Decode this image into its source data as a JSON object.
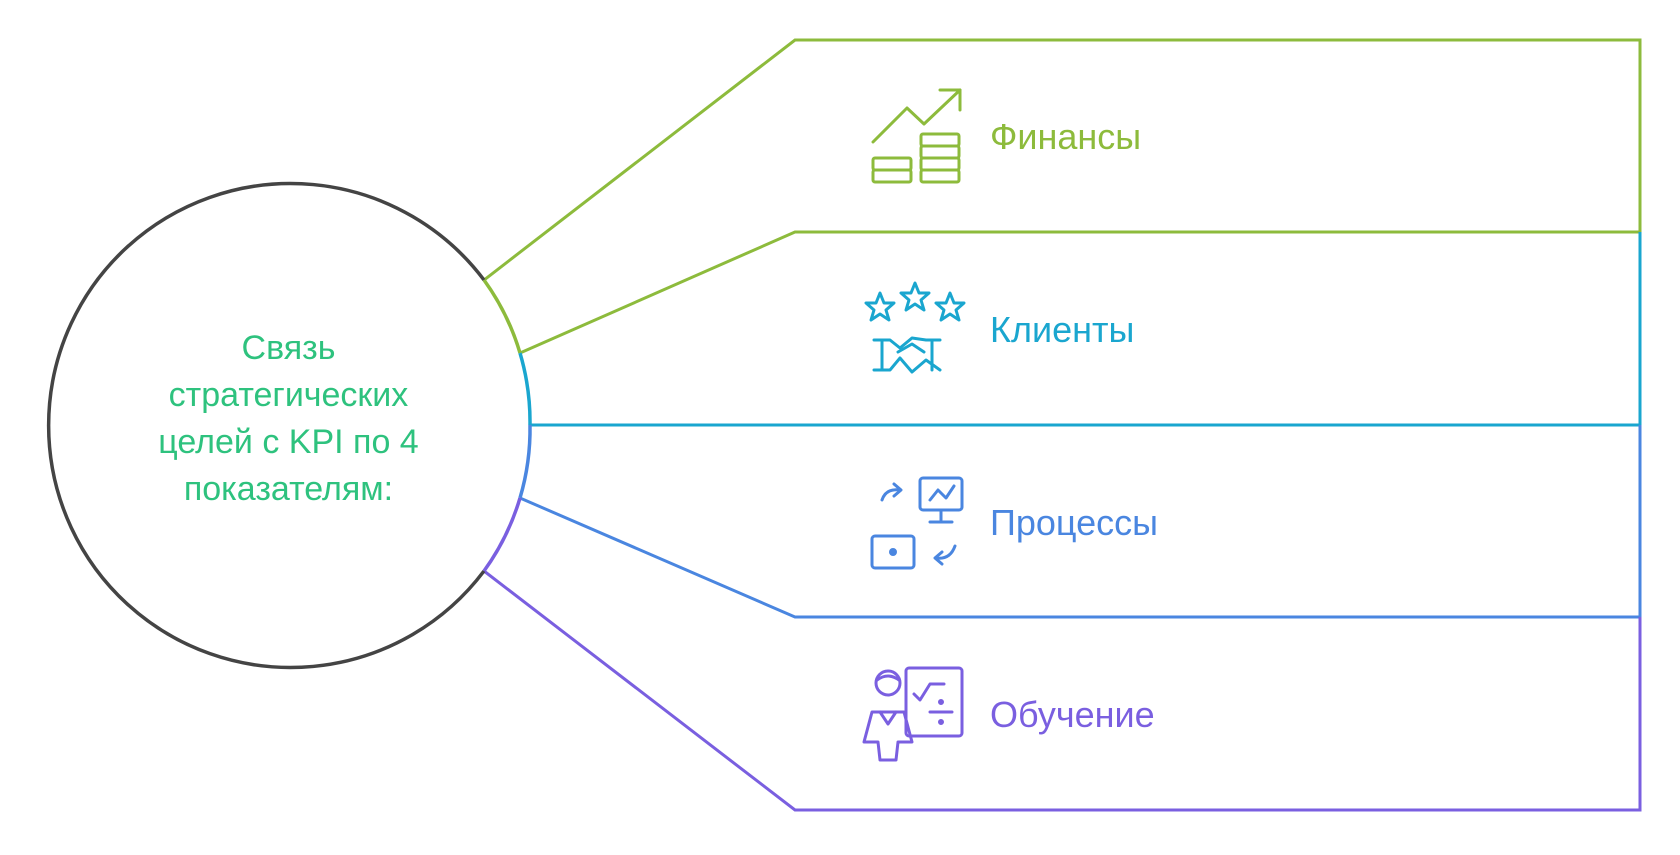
{
  "center": {
    "lines": [
      "Связь",
      "стратегических",
      "целей с KPI по 4",
      "показателям:"
    ],
    "color": "#2ec27e",
    "border_color": "#444444"
  },
  "perspectives": [
    {
      "label": "Финансы",
      "icon": "coins-growth-icon",
      "color": "#8dbb3c"
    },
    {
      "label": "Клиенты",
      "icon": "stars-handshake-icon",
      "color": "#1aa6cf"
    },
    {
      "label": "Процессы",
      "icon": "process-monitor-icon",
      "color": "#4a86e0"
    },
    {
      "label": "Обучение",
      "icon": "teacher-board-icon",
      "color": "#7a5fe0"
    }
  ]
}
